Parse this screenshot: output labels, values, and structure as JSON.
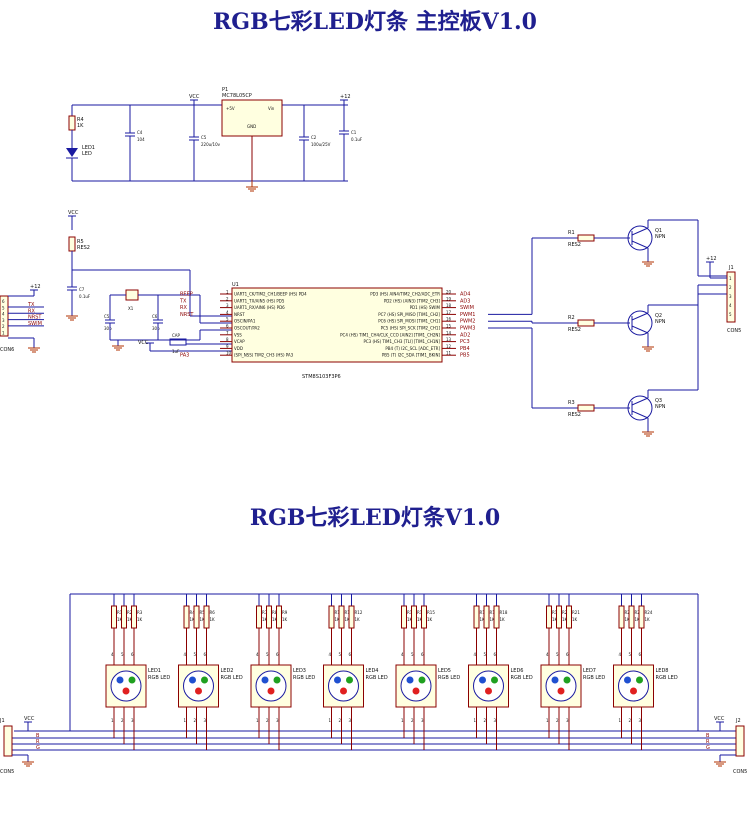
{
  "titles": {
    "main_board": "RGB七彩LED灯条 主控板V1.0",
    "led_strip": "RGB七彩LED灯条V1.0"
  },
  "power_section": {
    "regulator_ref": "P1",
    "regulator_part": "MC78L05CP",
    "regulator_pins": [
      "+5V",
      "Vin",
      "GND"
    ],
    "vcc_label": "VCC",
    "supply_label": "+12",
    "resistor_ref": "R4",
    "resistor_value": "1K",
    "led_ref": "LED1",
    "led_label": "LED",
    "caps": [
      {
        "ref": "C4",
        "value": "104"
      },
      {
        "ref": "C5",
        "value": "220u/10v"
      },
      {
        "ref": "C2",
        "value": "100u/25V"
      },
      {
        "ref": "C1",
        "value": "0.1uF"
      }
    ]
  },
  "mcu_section": {
    "mcu_ref": "U1",
    "mcu_part": "STM8S103F3P6",
    "left_pins": [
      {
        "num": "1",
        "net": "BEEP",
        "name": "UART1_CK/TIM2_CH1/BEEP (HS) PD4"
      },
      {
        "num": "2",
        "net": "TX",
        "name": "UART1_TX/AIN5 (HS) PD5"
      },
      {
        "num": "3",
        "net": "RX",
        "name": "UART1_RX/AIN6 (HS) PD6"
      },
      {
        "num": "4",
        "net": "NRST",
        "name": "NRST"
      },
      {
        "num": "5",
        "net": "",
        "name": "OSCIN/PA1"
      },
      {
        "num": "6",
        "net": "",
        "name": "OSCOUT/PA2"
      },
      {
        "num": "7",
        "net": "",
        "name": "VSS"
      },
      {
        "num": "8",
        "net": "",
        "name": "VCAP"
      },
      {
        "num": "9",
        "net": "",
        "name": "VDD"
      },
      {
        "num": "10",
        "net": "PA3",
        "name": "(SPI_NSS) TIM2_CH3 (HS) PA3"
      }
    ],
    "right_pins": [
      {
        "num": "20",
        "net": "AD4",
        "name": "PD3 (HS) AIN4/TIM2_CH2/ADC_ETR"
      },
      {
        "num": "19",
        "net": "AD3",
        "name": "PD2 (HS) (AIN3) [TIM2_CH3]"
      },
      {
        "num": "18",
        "net": "SWIM",
        "name": "PD1 (HS) SWIM"
      },
      {
        "num": "17",
        "net": "PWM1",
        "name": "PC7 (HS) SPI_MISO [TIM1_CH2]"
      },
      {
        "num": "16",
        "net": "PWM2",
        "name": "PC6 (HS) SPI_MOSI [TIM1_CH1]"
      },
      {
        "num": "15",
        "net": "PWM3",
        "name": "PC5 (HS) SPI_SCK [TIM2_CH1]"
      },
      {
        "num": "14",
        "net": "AD2",
        "name": "PC4 (HS) TIM1_CH4/CLK_CCO [AIN2] [TIM1_CH2N]"
      },
      {
        "num": "13",
        "net": "PC3",
        "name": "PC3 (HS) TIM1_CH3 [TLI] [TIM1_CH1N]"
      },
      {
        "num": "12",
        "net": "PB4",
        "name": "PB4 (T) I2C_SCL [ADC_ETR]"
      },
      {
        "num": "11",
        "net": "PB5",
        "name": "PB5 (T) I2C_SDA [TIM1_BKIN]"
      }
    ],
    "reset_resistor": {
      "ref": "R5",
      "value": "RES2"
    },
    "reset_cap": {
      "ref": "C7",
      "value": "0.1uF"
    },
    "crystal": {
      "ref": "X1"
    },
    "osc_caps": [
      {
        "ref": "C5",
        "value": "30p"
      },
      {
        "ref": "C6",
        "value": "30p"
      }
    ],
    "vcap_cap": {
      "ref": "C7",
      "value": "1uF",
      "label": "CAP"
    },
    "vcc_label": "VCC",
    "left_connector": {
      "ref": "CON6",
      "supply": "+12",
      "nets": [
        "TX",
        "RX",
        "NRST",
        "SWIM"
      ],
      "pins": [
        "6",
        "5",
        "4",
        "3",
        "2",
        "1"
      ]
    },
    "drivers": [
      {
        "res_ref": "R1",
        "res_value": "RES2",
        "q_ref": "Q1",
        "q_type": "NPN"
      },
      {
        "res_ref": "R2",
        "res_value": "RES2",
        "q_ref": "Q2",
        "q_type": "NPN"
      },
      {
        "res_ref": "R3",
        "res_value": "RES2",
        "q_ref": "Q3",
        "q_type": "NPN"
      }
    ],
    "right_connector": {
      "ref": "J1",
      "label": "CON5",
      "supply": "+12",
      "pins": [
        "1",
        "2",
        "3",
        "4",
        "5"
      ]
    }
  },
  "strip_section": {
    "leds": [
      {
        "ref": "LED1",
        "type": "RGB LED",
        "res": [
          "R1",
          "R2",
          "R3"
        ]
      },
      {
        "ref": "LED2",
        "type": "RGB LED",
        "res": [
          "R4",
          "R5",
          "R6"
        ]
      },
      {
        "ref": "LED3",
        "type": "RGB LED",
        "res": [
          "R7",
          "R8",
          "R9"
        ]
      },
      {
        "ref": "LED4",
        "type": "RGB LED",
        "res": [
          "R10",
          "R11",
          "R12"
        ]
      },
      {
        "ref": "LED5",
        "type": "RGB LED",
        "res": [
          "R13",
          "R14",
          "R15"
        ]
      },
      {
        "ref": "LED6",
        "type": "RGB LED",
        "res": [
          "R16",
          "R17",
          "R18"
        ]
      },
      {
        "ref": "LED7",
        "type": "RGB LED",
        "res": [
          "R19",
          "R20",
          "R21"
        ]
      },
      {
        "ref": "LED8",
        "type": "RGB LED",
        "res": [
          "R22",
          "R23",
          "R24"
        ]
      }
    ],
    "res_value": "1K",
    "bus_nets": [
      "B",
      "R",
      "G"
    ],
    "vcc_label": "VCC",
    "left_connector": {
      "ref": "J1",
      "label": "CON5"
    },
    "right_connector": {
      "ref": "J2",
      "label": "CON5"
    }
  },
  "colors": {
    "wire": "#1a1aa0",
    "pin": "#8b0000",
    "ground": "#b03000",
    "body_fill": "#ffffe0",
    "title": "#1f1f8f",
    "led_red": "#e02020",
    "led_green": "#20a020",
    "led_blue": "#2050d0"
  }
}
